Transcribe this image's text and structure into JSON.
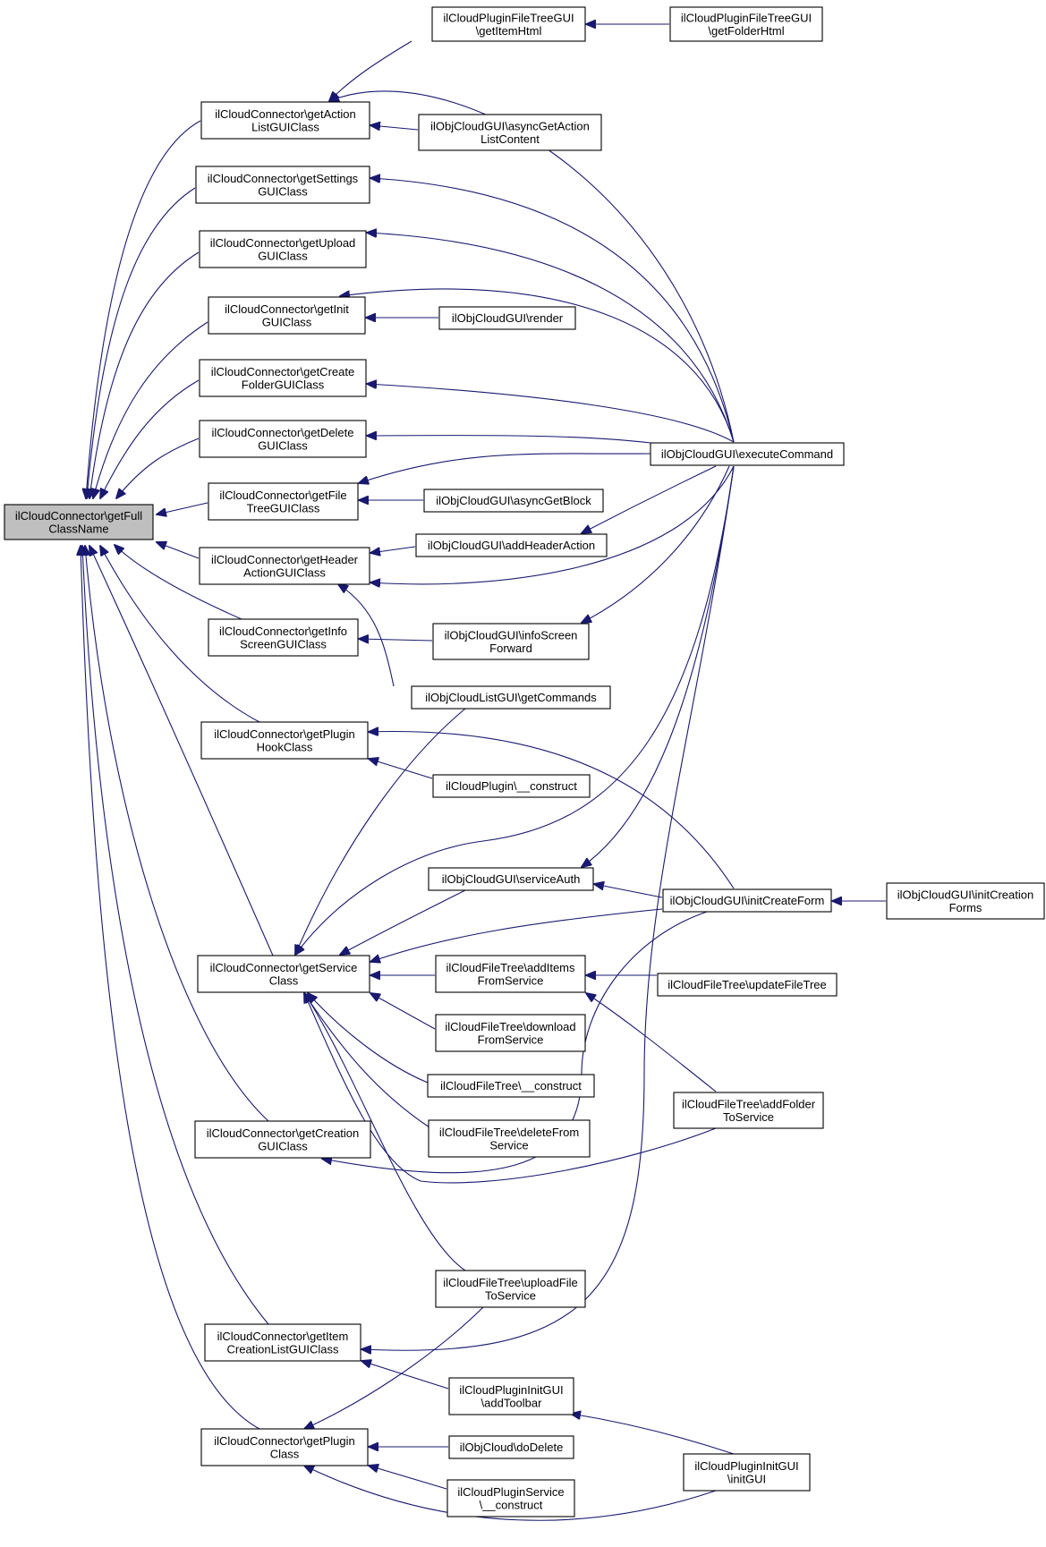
{
  "nodes": [
    {
      "id": "root",
      "lines": [
        "ilCloudConnector\\getFull",
        "ClassName"
      ],
      "root": true
    },
    {
      "id": "getAction",
      "lines": [
        "ilCloudConnector\\getAction",
        "ListGUIClass"
      ]
    },
    {
      "id": "getSettings",
      "lines": [
        "ilCloudConnector\\getSettings",
        "GUIClass"
      ]
    },
    {
      "id": "getUpload",
      "lines": [
        "ilCloudConnector\\getUpload",
        "GUIClass"
      ]
    },
    {
      "id": "getInit",
      "lines": [
        "ilCloudConnector\\getInit",
        "GUIClass"
      ]
    },
    {
      "id": "getCreateFolder",
      "lines": [
        "ilCloudConnector\\getCreate",
        "FolderGUIClass"
      ]
    },
    {
      "id": "getDelete",
      "lines": [
        "ilCloudConnector\\getDelete",
        "GUIClass"
      ]
    },
    {
      "id": "getFileTree",
      "lines": [
        "ilCloudConnector\\getFile",
        "TreeGUIClass"
      ]
    },
    {
      "id": "getHeader",
      "lines": [
        "ilCloudConnector\\getHeader",
        "ActionGUIClass"
      ]
    },
    {
      "id": "getInfo",
      "lines": [
        "ilCloudConnector\\getInfo",
        "ScreenGUIClass"
      ]
    },
    {
      "id": "getPluginHook",
      "lines": [
        "ilCloudConnector\\getPlugin",
        "HookClass"
      ]
    },
    {
      "id": "getService",
      "lines": [
        "ilCloudConnector\\getService",
        "Class"
      ]
    },
    {
      "id": "getCreation",
      "lines": [
        "ilCloudConnector\\getCreation",
        "GUIClass"
      ]
    },
    {
      "id": "getItemCreation",
      "lines": [
        "ilCloudConnector\\getItem",
        "CreationListGUIClass"
      ]
    },
    {
      "id": "getPluginClass",
      "lines": [
        "ilCloudConnector\\getPlugin",
        "Class"
      ]
    },
    {
      "id": "getItemHtml",
      "lines": [
        "ilCloudPluginFileTreeGUI",
        "\\getItemHtml"
      ]
    },
    {
      "id": "getFolderHtml",
      "lines": [
        "ilCloudPluginFileTreeGUI",
        "\\getFolderHtml"
      ]
    },
    {
      "id": "asyncGetActionList",
      "lines": [
        "ilObjCloudGUI\\asyncGetAction",
        "ListContent"
      ]
    },
    {
      "id": "render",
      "lines": [
        "ilObjCloudGUI\\render"
      ]
    },
    {
      "id": "executeCommand",
      "lines": [
        "ilObjCloudGUI\\executeCommand"
      ]
    },
    {
      "id": "asyncGetBlock",
      "lines": [
        "ilObjCloudGUI\\asyncGetBlock"
      ]
    },
    {
      "id": "addHeaderAction",
      "lines": [
        "ilObjCloudGUI\\addHeaderAction"
      ]
    },
    {
      "id": "infoScreenForward",
      "lines": [
        "ilObjCloudGUI\\infoScreen",
        "Forward"
      ]
    },
    {
      "id": "getCommands",
      "lines": [
        "ilObjCloudListGUI\\getCommands"
      ]
    },
    {
      "id": "pluginConstruct",
      "lines": [
        "ilCloudPlugin\\__construct"
      ]
    },
    {
      "id": "serviceAuth",
      "lines": [
        "ilObjCloudGUI\\serviceAuth"
      ]
    },
    {
      "id": "initCreateForm",
      "lines": [
        "ilObjCloudGUI\\initCreateForm"
      ]
    },
    {
      "id": "initCreationForms",
      "lines": [
        "ilObjCloudGUI\\initCreation",
        "Forms"
      ]
    },
    {
      "id": "addItemsFromService",
      "lines": [
        "ilCloudFileTree\\addItems",
        "FromService"
      ]
    },
    {
      "id": "updateFileTree",
      "lines": [
        "ilCloudFileTree\\updateFileTree"
      ]
    },
    {
      "id": "downloadFromService",
      "lines": [
        "ilCloudFileTree\\download",
        "FromService"
      ]
    },
    {
      "id": "fileTreeConstruct",
      "lines": [
        "ilCloudFileTree\\__construct"
      ]
    },
    {
      "id": "addFolderToService",
      "lines": [
        "ilCloudFileTree\\addFolder",
        "ToService"
      ]
    },
    {
      "id": "deleteFromService",
      "lines": [
        "ilCloudFileTree\\deleteFrom",
        "Service"
      ]
    },
    {
      "id": "uploadFileToService",
      "lines": [
        "ilCloudFileTree\\uploadFile",
        "ToService"
      ]
    },
    {
      "id": "addToolbar",
      "lines": [
        "ilCloudPluginInitGUI",
        "\\addToolbar"
      ]
    },
    {
      "id": "doDelete",
      "lines": [
        "ilObjCloud\\doDelete"
      ]
    },
    {
      "id": "initGUI",
      "lines": [
        "ilCloudPluginInitGUI",
        "\\initGUI"
      ]
    },
    {
      "id": "pluginServiceConstruct",
      "lines": [
        "ilCloudPluginService",
        "\\__construct"
      ]
    }
  ],
  "edges": [
    [
      "getAction",
      "root"
    ],
    [
      "getSettings",
      "root"
    ],
    [
      "getUpload",
      "root"
    ],
    [
      "getInit",
      "root"
    ],
    [
      "getCreateFolder",
      "root"
    ],
    [
      "getDelete",
      "root"
    ],
    [
      "getFileTree",
      "root"
    ],
    [
      "getHeader",
      "root"
    ],
    [
      "getInfo",
      "root"
    ],
    [
      "getPluginHook",
      "root"
    ],
    [
      "getService",
      "root"
    ],
    [
      "getCreation",
      "root"
    ],
    [
      "getItemCreation",
      "root"
    ],
    [
      "getPluginClass",
      "root"
    ],
    [
      "getFolderHtml",
      "getItemHtml"
    ],
    [
      "getItemHtml",
      "getAction"
    ],
    [
      "asyncGetActionList",
      "getAction"
    ],
    [
      "executeCommand",
      "getAction"
    ],
    [
      "executeCommand",
      "getSettings"
    ],
    [
      "executeCommand",
      "getUpload"
    ],
    [
      "executeCommand",
      "getInit"
    ],
    [
      "render",
      "getInit"
    ],
    [
      "executeCommand",
      "getCreateFolder"
    ],
    [
      "executeCommand",
      "getDelete"
    ],
    [
      "executeCommand",
      "getFileTree"
    ],
    [
      "asyncGetBlock",
      "getFileTree"
    ],
    [
      "addHeaderAction",
      "getHeader"
    ],
    [
      "executeCommand",
      "getHeader"
    ],
    [
      "getCommands",
      "getHeader"
    ],
    [
      "executeCommand",
      "addHeaderAction"
    ],
    [
      "executeCommand",
      "infoScreenForward"
    ],
    [
      "infoScreenForward",
      "getInfo"
    ],
    [
      "initCreateForm",
      "getPluginHook"
    ],
    [
      "pluginConstruct",
      "getPluginHook"
    ],
    [
      "executeCommand",
      "serviceAuth"
    ],
    [
      "initCreateForm",
      "serviceAuth"
    ],
    [
      "initCreationForms",
      "initCreateForm"
    ],
    [
      "getCommands",
      "getService"
    ],
    [
      "executeCommand",
      "getService"
    ],
    [
      "serviceAuth",
      "getService"
    ],
    [
      "initCreateForm",
      "getService"
    ],
    [
      "addItemsFromService",
      "getService"
    ],
    [
      "downloadFromService",
      "getService"
    ],
    [
      "fileTreeConstruct",
      "getService"
    ],
    [
      "deleteFromService",
      "getService"
    ],
    [
      "addFolderToService",
      "getService"
    ],
    [
      "uploadFileToService",
      "getService"
    ],
    [
      "updateFileTree",
      "addItemsFromService"
    ],
    [
      "addFolderToService",
      "addItemsFromService"
    ],
    [
      "initCreateForm",
      "getCreation"
    ],
    [
      "executeCommand",
      "getItemCreation"
    ],
    [
      "addToolbar",
      "getItemCreation"
    ],
    [
      "uploadFileToService",
      "getPluginClass"
    ],
    [
      "doDelete",
      "getPluginClass"
    ],
    [
      "pluginServiceConstruct",
      "getPluginClass"
    ],
    [
      "initGUI",
      "getPluginClass"
    ],
    [
      "initGUI",
      "addToolbar"
    ]
  ]
}
